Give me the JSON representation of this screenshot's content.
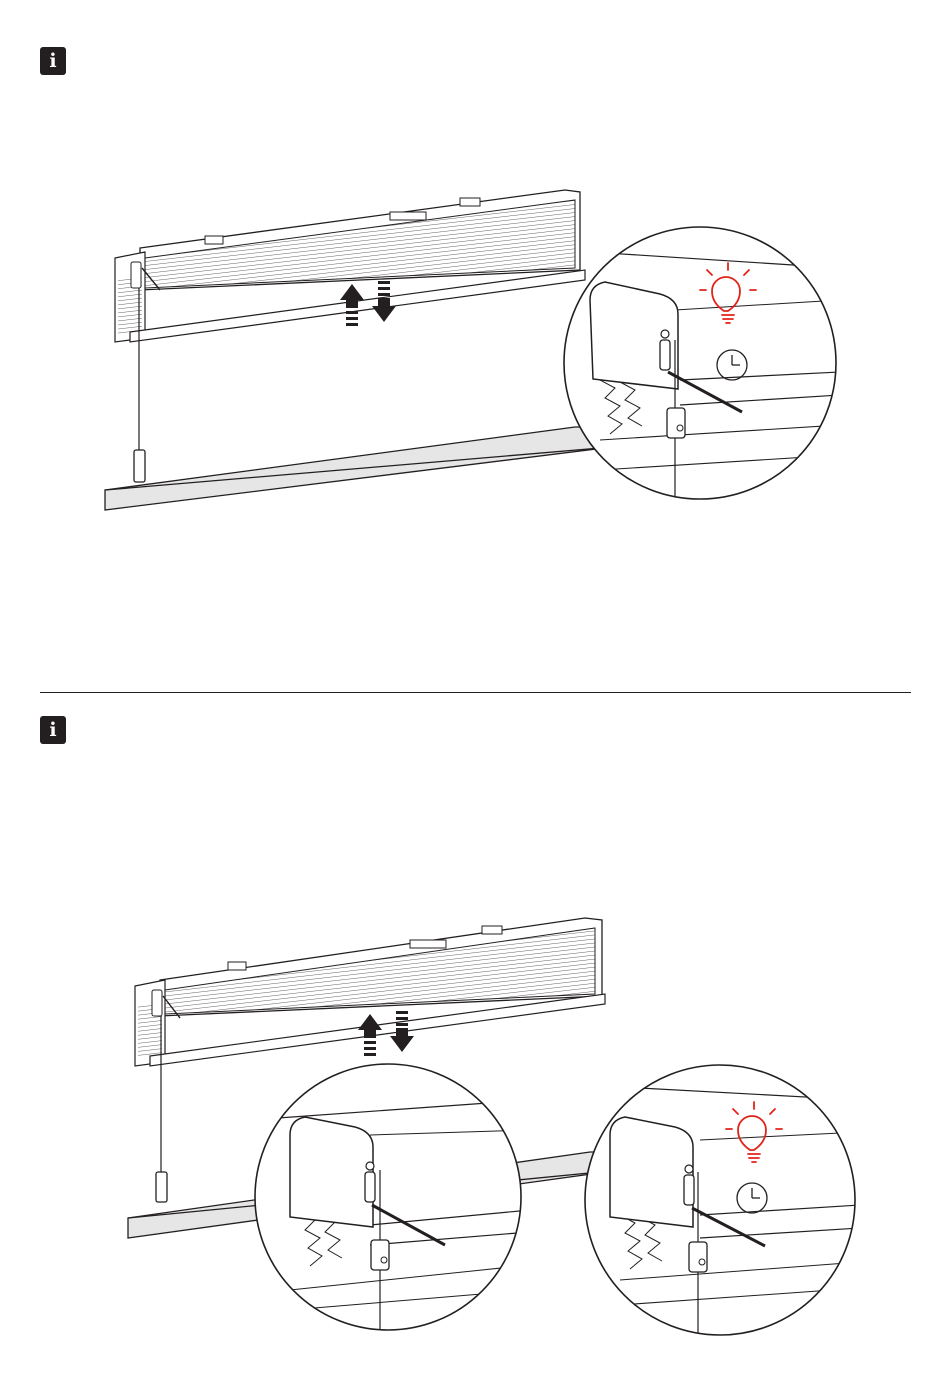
{
  "info_badges": [
    {
      "glyph": "i",
      "icon": "info-icon"
    },
    {
      "glyph": "i",
      "icon": "info-icon"
    }
  ],
  "colors": {
    "ink": "#231f20",
    "indicator_red": "#e2231a",
    "sill": "#e6e6e6",
    "panel": "#ffffff"
  },
  "icons": [
    "info-icon",
    "up-down-arrows-icon",
    "light-bulb-icon",
    "clock-icon",
    "pull-cord-handle"
  ]
}
